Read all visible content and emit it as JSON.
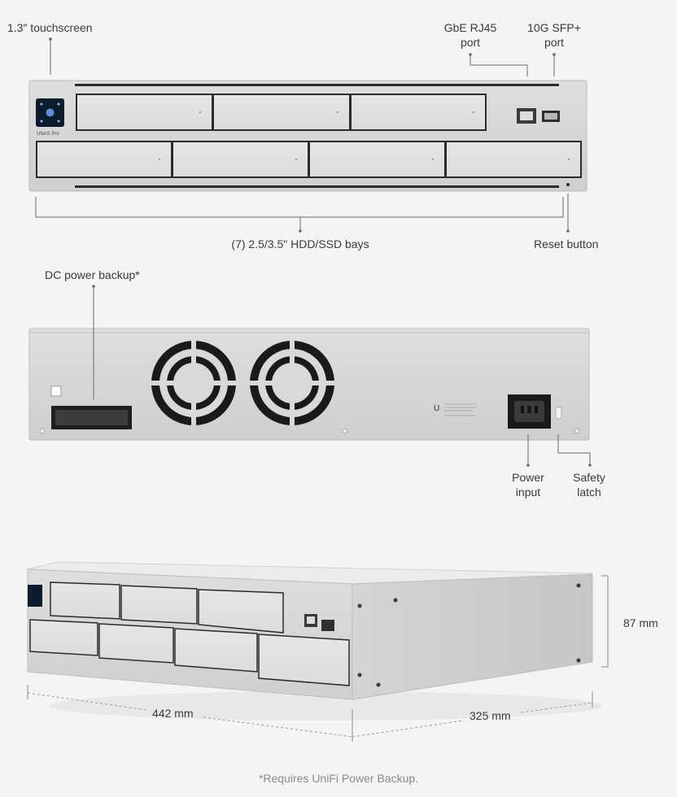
{
  "front_labels": {
    "touchscreen": "1.3″ touchscreen",
    "rj45_line1": "GbE RJ45",
    "rj45_line2": "port",
    "sfp_line1": "10G SFP+",
    "sfp_line2": "port",
    "bays": "(7) 2.5/3.5\" HDD/SSD bays",
    "reset": "Reset button"
  },
  "front_panel": {
    "model": "UNAS Pro"
  },
  "rear_labels": {
    "dc_backup": "DC power backup*",
    "power_line1": "Power",
    "power_line2": "input",
    "latch_line1": "Safety",
    "latch_line2": "latch"
  },
  "dimensions": {
    "height": "87 mm",
    "width": "442 mm",
    "depth": "325 mm"
  },
  "footnote": "*Requires UniFi Power Backup.",
  "colors": {
    "background": "#f4f4f4",
    "chassis": "#d9d9d9",
    "bay": "#e3e3e3",
    "callout_line": "#6a6a6a",
    "fan": "#1a1a1a",
    "screen": "#0d1b2e"
  }
}
